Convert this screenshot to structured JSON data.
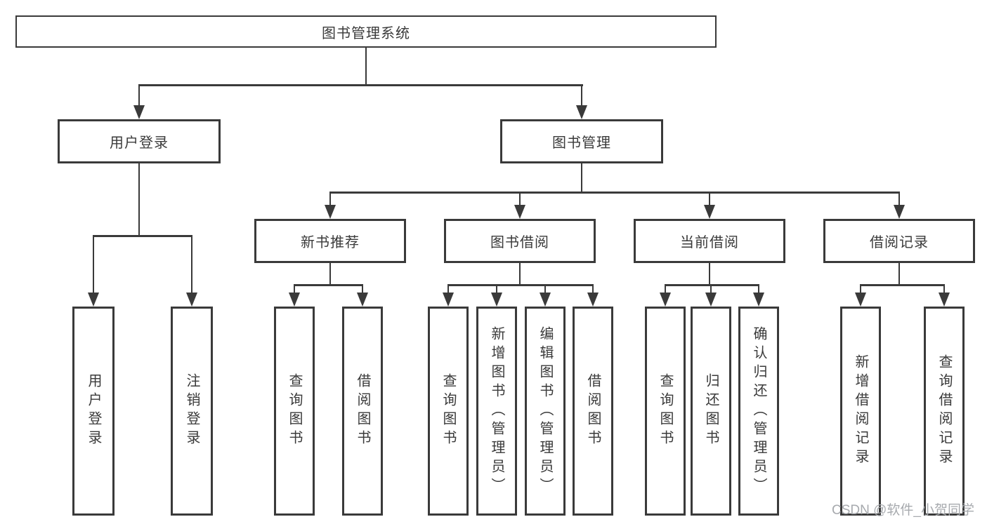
{
  "diagram": {
    "root": {
      "label": "图书管理系统"
    },
    "branches": {
      "user_login": {
        "label": "用户登录",
        "children": [
          "用户登录",
          "注销登录"
        ]
      },
      "book_management": {
        "label": "图书管理"
      }
    },
    "modules": [
      {
        "label": "新书推荐",
        "children": [
          "查询图书",
          "借阅图书"
        ]
      },
      {
        "label": "图书借阅",
        "children": [
          "查询图书",
          "新增图书（管理员）",
          "编辑图书（管理员）",
          "借阅图书"
        ]
      },
      {
        "label": "当前借阅",
        "children": [
          "查询图书",
          "归还图书",
          "确认归还（管理员）"
        ]
      },
      {
        "label": "借阅记录",
        "children": [
          "新增借阅记录",
          "查询借阅记录"
        ]
      }
    ],
    "watermark": "CSDN @软件_小贺同学",
    "colors": {
      "line": "#3a3a3a",
      "text": "#3a3a3a",
      "watermark": "#a7aaae",
      "background": "#ffffff"
    }
  }
}
